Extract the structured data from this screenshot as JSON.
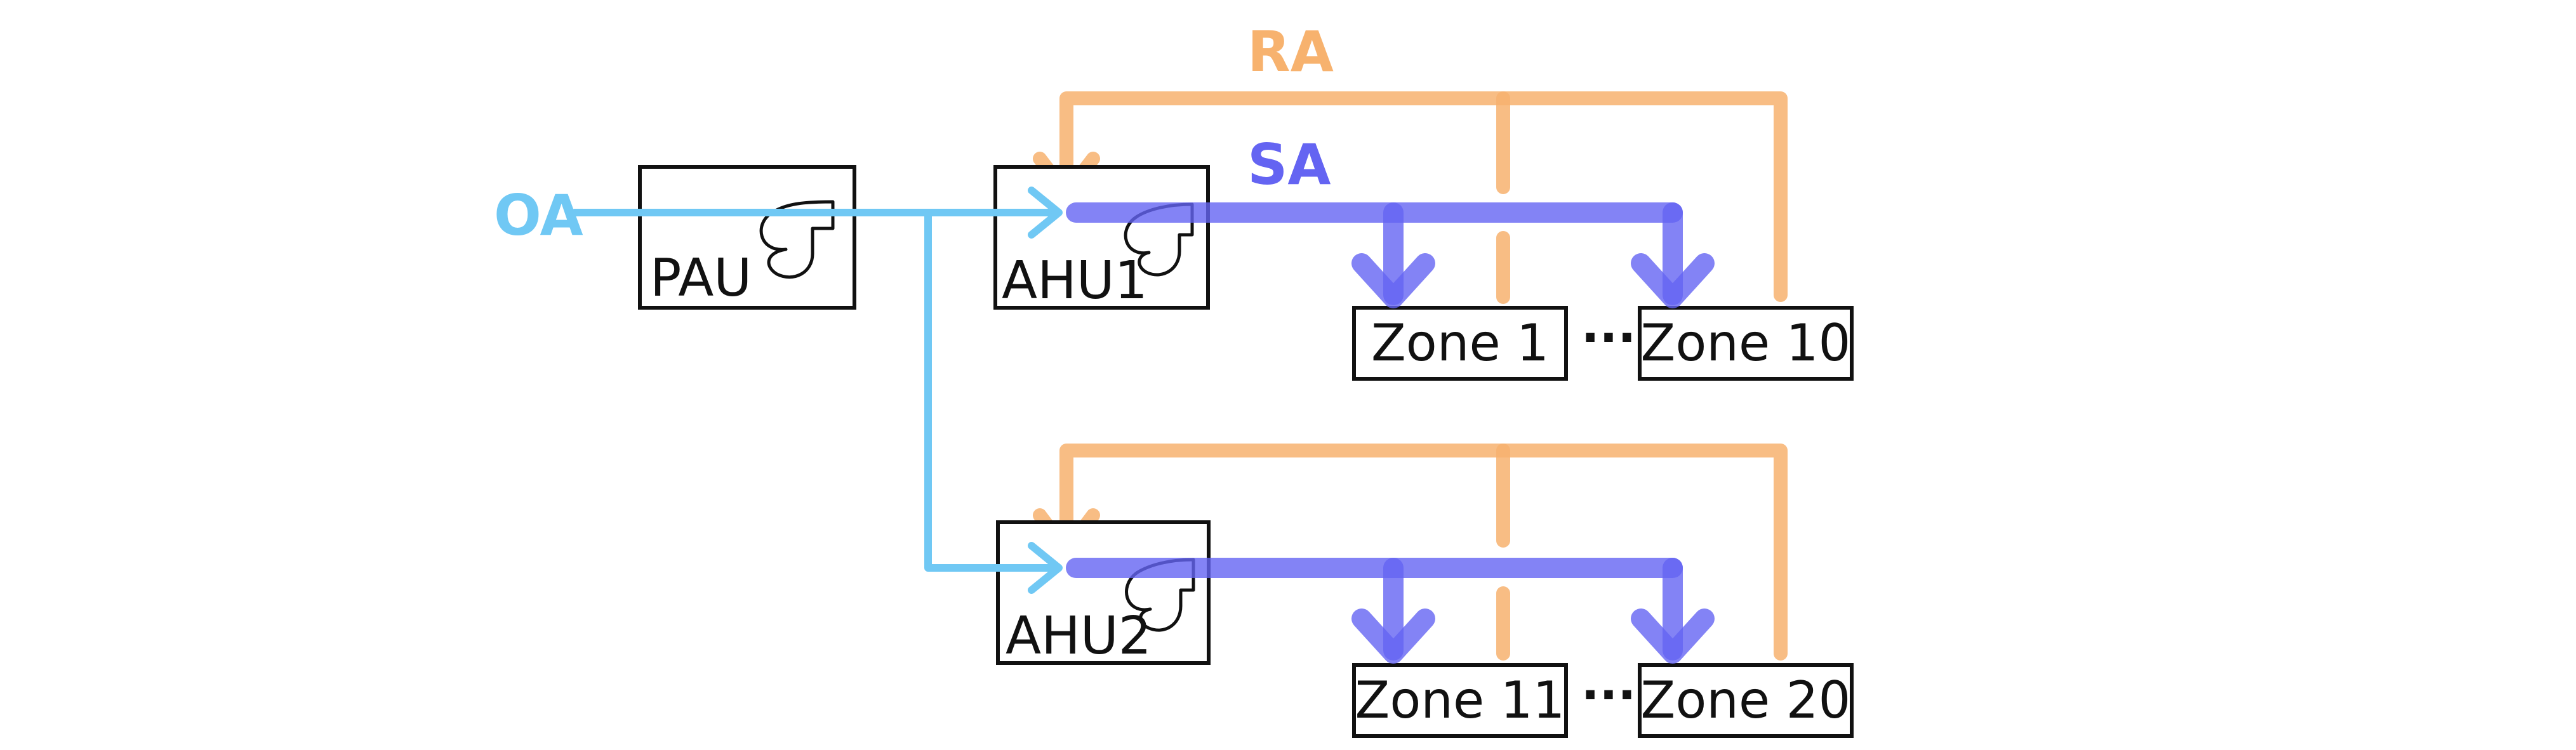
{
  "colors": {
    "outside_air": "#70c8f4",
    "return_air": "#f7b26e",
    "supply_air": "#6464f2",
    "box_stroke": "#111111"
  },
  "labels": {
    "outside_air": "OA",
    "return_air": "RA",
    "supply_air": "SA"
  },
  "units": {
    "pau": "PAU",
    "ahu1": "AHU1",
    "ahu2": "AHU2"
  },
  "zones": {
    "ahu1_first": "Zone 1",
    "ahu1_last": "Zone 10",
    "ahu2_first": "Zone 11",
    "ahu2_last": "Zone 20"
  },
  "ellipsis": "···",
  "icons": {
    "fan": "fan-icon"
  }
}
